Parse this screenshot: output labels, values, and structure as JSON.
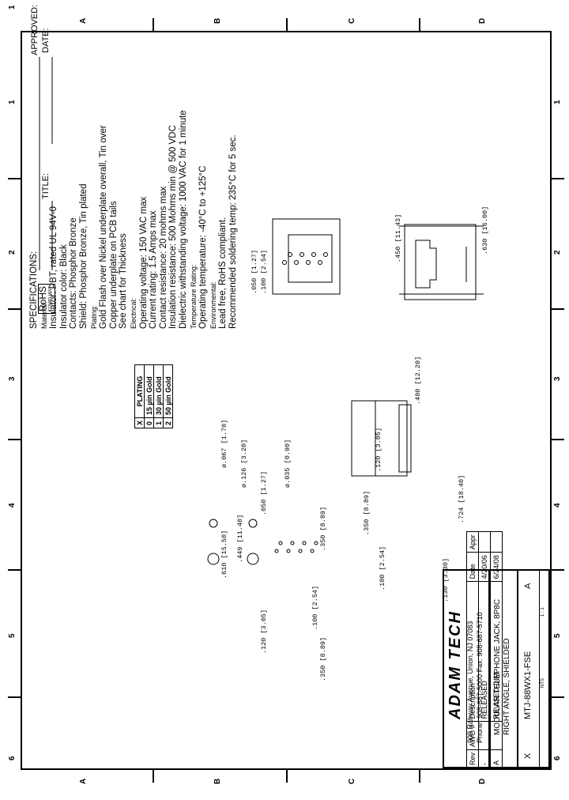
{
  "border": {
    "columns": [
      "1",
      "2",
      "3",
      "4",
      "5",
      "6"
    ],
    "rows": [
      "A",
      "B",
      "C",
      "D"
    ]
  },
  "approval": {
    "approved_label": "APPROVED:",
    "date_label": "DATE:",
    "title_label": "TITLE:"
  },
  "specifications": {
    "heading": "SPECIFICATIONS:",
    "lines": [
      {
        "text": "Material:",
        "small": true
      },
      {
        "text": "Insulator: PBT, rated UL 94V-0"
      },
      {
        "text": "Insulator color: Black"
      },
      {
        "text": "Contacts: Phosphor Bronze"
      },
      {
        "text": "Shield: Phosphor Bronze, Tin plated"
      },
      {
        "text": "Plating:",
        "small": true
      },
      {
        "text": "Gold Flash over Nickel underplate overall, Tin over"
      },
      {
        "text": "Copper underplate on PCB tails"
      },
      {
        "text": "See chart for Thickness"
      },
      {
        "text": "Electrical:",
        "small": true
      },
      {
        "text": "Operating voltage: 150 VAC max"
      },
      {
        "text": "Current rating: 1.5 Amps max"
      },
      {
        "text": "Contact resistance: 20 mohms max"
      },
      {
        "text": "Insulation resistance: 500 Mohms min @ 500 VDC"
      },
      {
        "text": "Dielectric withstanding voltage: 1000 VAC for 1 minute"
      },
      {
        "text": "Temperature Rating:",
        "small": true
      },
      {
        "text": "Operating temperature: -40°C to +125°C"
      },
      {
        "text": "Environmental:",
        "small": true
      },
      {
        "text": "Lead free, RoHS compliant."
      },
      {
        "text": "Recommended soldering temp: 235°C for 5 sec."
      }
    ],
    "rohs_badge": {
      "big": "RoHS",
      "small": "COMPLIANT"
    }
  },
  "revision_table": {
    "headers": [
      "Rev",
      "AWO #",
      "Description",
      "Date",
      "Appr"
    ],
    "rows": [
      [
        "-",
        "",
        "RELEASED",
        "4/20/06",
        ""
      ],
      [
        "A",
        "",
        "REVISED DIM.",
        "6/24/08",
        ""
      ]
    ]
  },
  "plating_table": {
    "headers": [
      "X",
      "PLATING"
    ],
    "rows": [
      [
        "0",
        "15 µin Gold"
      ],
      [
        "1",
        "30 µin Gold"
      ],
      [
        "2",
        "50 µin Gold"
      ]
    ]
  },
  "title_block": {
    "company": "ADAM TECH",
    "address": "909 Rahway Avenue, Union, NJ 07083",
    "phone": "Phone: 908-687-5000 Fax: 908-687-5710",
    "description_line1": "MODULAR TELEPHONE JACK, 8P8C",
    "description_line2": "RIGHT ANGLE, SHIELDED",
    "part_number": "MTJ-88WX1-FSE",
    "scale_label": "NTS",
    "rev": "A",
    "sheet": "1 : 1",
    "x_mark": "X"
  },
  "dimensions": {
    "front_view": [
      {
        "in": ".630",
        "mm": "[16.00]"
      },
      {
        "in": ".450",
        "mm": "[11.43]"
      }
    ],
    "bottom_view": [
      {
        "in": ".100",
        "mm": "[2.54]"
      },
      {
        "in": ".050",
        "mm": "[1.27]"
      }
    ],
    "side_view": [
      {
        "in": ".480",
        "mm": "[12.20]"
      },
      {
        "in": ".724",
        "mm": "[18.40]"
      },
      {
        "in": ".120",
        "mm": "[3.05]"
      },
      {
        "in": ".350",
        "mm": "[8.89]"
      },
      {
        "in": ".100",
        "mm": "[2.54]"
      },
      {
        "in": ".130",
        "mm": "[3.30]"
      }
    ],
    "pcb_layout": [
      {
        "in": "ø.067",
        "mm": "[1.70]"
      },
      {
        "in": "ø.126",
        "mm": "[3.20]"
      },
      {
        "in": "ø.035",
        "mm": "[0.90]"
      },
      {
        "in": ".050",
        "mm": "[1.27]"
      },
      {
        "in": ".350",
        "mm": "[8.89]"
      },
      {
        "in": ".449",
        "mm": "[11.40]"
      },
      {
        "in": ".610",
        "mm": "[15.50]"
      },
      {
        "in": ".100",
        "mm": "[2.54]"
      },
      {
        "in": ".120",
        "mm": "[3.05]"
      },
      {
        "in": ".350",
        "mm": "[8.89]"
      }
    ]
  }
}
